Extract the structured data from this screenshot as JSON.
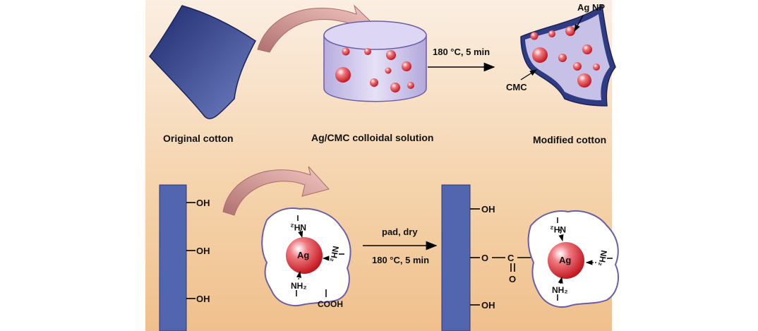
{
  "top": {
    "label_original": "Original cotton",
    "label_solution": "Ag/CMC colloidal solution",
    "label_modified": "Modified cotton",
    "condition": "180 °C, 5 min",
    "callout_agnp": "Ag NP",
    "callout_cmc": "CMC"
  },
  "bottom": {
    "oh": "OH",
    "nh2": "NH₂",
    "ag": "Ag",
    "cooh": "COOH",
    "step1": "pad, dry",
    "step2": "180 °C, 5 min",
    "o_link": "O",
    "c_atom": "C",
    "carbonyl_o": "O"
  },
  "colors": {
    "fabric": "#3d4a8e",
    "bar": "#5166ae",
    "particle": "#d42a33",
    "solution": "#c9c3ea",
    "arrow_curved": "#d89a95"
  }
}
